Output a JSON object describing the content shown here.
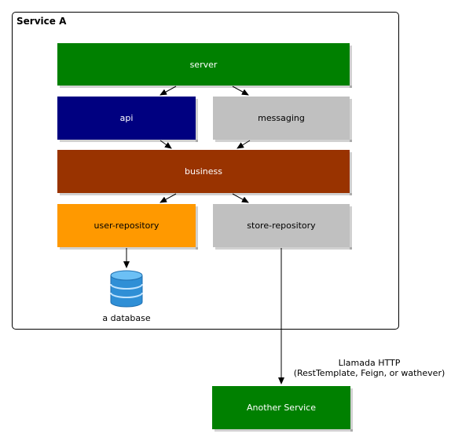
{
  "service": {
    "title": "Service A"
  },
  "blocks": {
    "server": {
      "label": "server",
      "color": "#008000",
      "text_color": "#ffffff"
    },
    "api": {
      "label": "api",
      "color": "#000080",
      "text_color": "#ffffff"
    },
    "messaging": {
      "label": "messaging",
      "color": "#c0c0c0",
      "text_color": "#000000"
    },
    "business": {
      "label": "business",
      "color": "#993300",
      "text_color": "#ffffff"
    },
    "user_repository": {
      "label": "user-repository",
      "color": "#ff9900",
      "text_color": "#000000"
    },
    "store_repository": {
      "label": "store-repository",
      "color": "#c0c0c0",
      "text_color": "#000000"
    },
    "another_service": {
      "label": "Another Service",
      "color": "#008000",
      "text_color": "#ffffff"
    }
  },
  "database": {
    "label": "a database",
    "icon": "database-icon",
    "color": "#3399dd"
  },
  "http_call": {
    "line1": "Llamada HTTP",
    "line2": "(RestTemplate, Feign, or wathever)"
  }
}
